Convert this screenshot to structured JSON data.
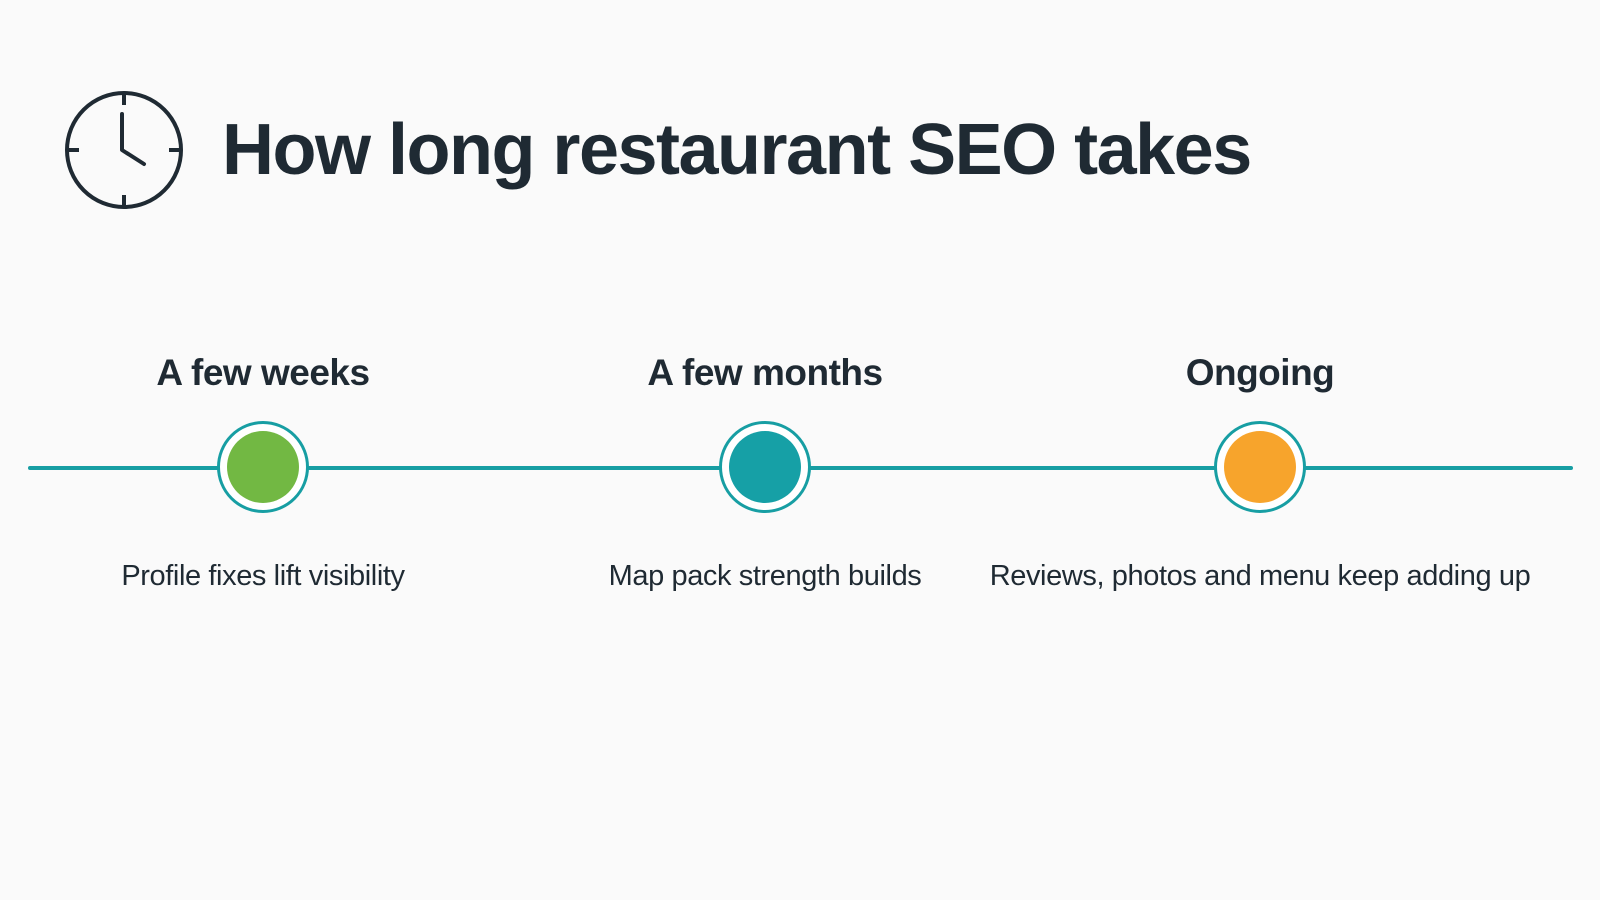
{
  "title": "How long restaurant SEO takes",
  "icon": "clock-icon",
  "colors": {
    "line": "#179ea3",
    "text": "#1f2a33"
  },
  "milestones": [
    {
      "heading": "A few weeks",
      "caption": "Profile fixes lift visibility",
      "color": "#72b843"
    },
    {
      "heading": "A few months",
      "caption": "Map pack strength builds",
      "color": "#16a0a6"
    },
    {
      "heading": "Ongoing",
      "caption": "Reviews, photos and menu keep adding up",
      "color": "#f7a42c"
    }
  ]
}
